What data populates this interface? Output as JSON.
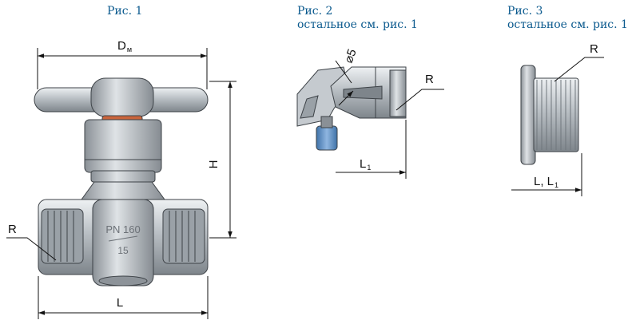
{
  "figures": [
    {
      "caption": "Рис. 1"
    },
    {
      "caption": "Рис. 2",
      "note": "остальное см. рис. 1"
    },
    {
      "caption": "Рис. 3",
      "note": "остальное см. рис. 1"
    }
  ],
  "labels": {
    "dm_main": "D",
    "dm_sub": "м",
    "h": "H",
    "r": "R",
    "l": "L",
    "l1_main": "L",
    "l1_sub": "1",
    "diam5": "⌀5",
    "l_l1_main": "L, L",
    "l_l1_sub": "1"
  },
  "body_marking": {
    "pressure": "PN 160",
    "size": "15"
  },
  "colors": {
    "caption": "#0b5a8e",
    "metal": "#b7bdc2",
    "handle_ring": "#c9643b",
    "plug": "#5a8fc8"
  }
}
